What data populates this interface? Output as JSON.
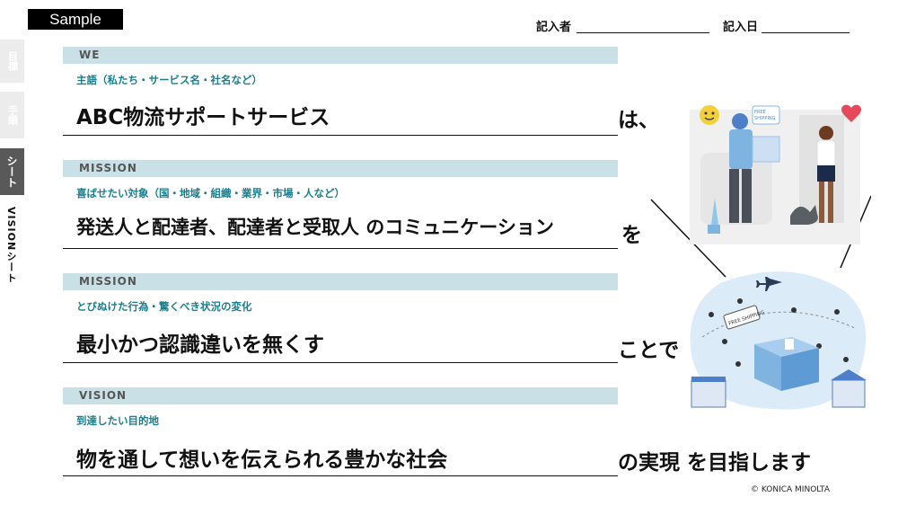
{
  "sample_label": "Sample",
  "header": {
    "writer_label": "記入者",
    "date_label": "記入日"
  },
  "side_nav": {
    "tabs": [
      "目標",
      "手順",
      "シート"
    ],
    "vertical_label": "VISIONシート"
  },
  "sections": [
    {
      "band": "WE",
      "hint": "主語（私たち・サービス名・社名など）",
      "answer": "ABC物流サポートサービス",
      "particle": "は、"
    },
    {
      "band": "MISSION",
      "hint": "喜ばせたい対象（国・地域・組織・業界・市場・人など）",
      "answer": "発送人と配達者、配達者と受取人 のコミュニケーション",
      "particle": "を"
    },
    {
      "band": "MISSION",
      "hint": "とびぬけた行為・驚くべき状況の変化",
      "answer": "最小かつ認識違いを無くす",
      "particle": "ことで"
    },
    {
      "band": "VISION",
      "hint": "到達したい目的地",
      "answer": "物を通して想いを伝えられる豊かな社会",
      "particle": "の実現 を目指します"
    }
  ],
  "illustrations": {
    "delivery_badge": "FREE SHIPPING",
    "map_badge": "FREE SHIPPING"
  },
  "copyright": "© KONICA MINOLTA",
  "colors": {
    "band": "#c9e1e6",
    "hint": "#1a7f8f",
    "tab_active": "#595959",
    "tab_inactive": "#ececec"
  }
}
